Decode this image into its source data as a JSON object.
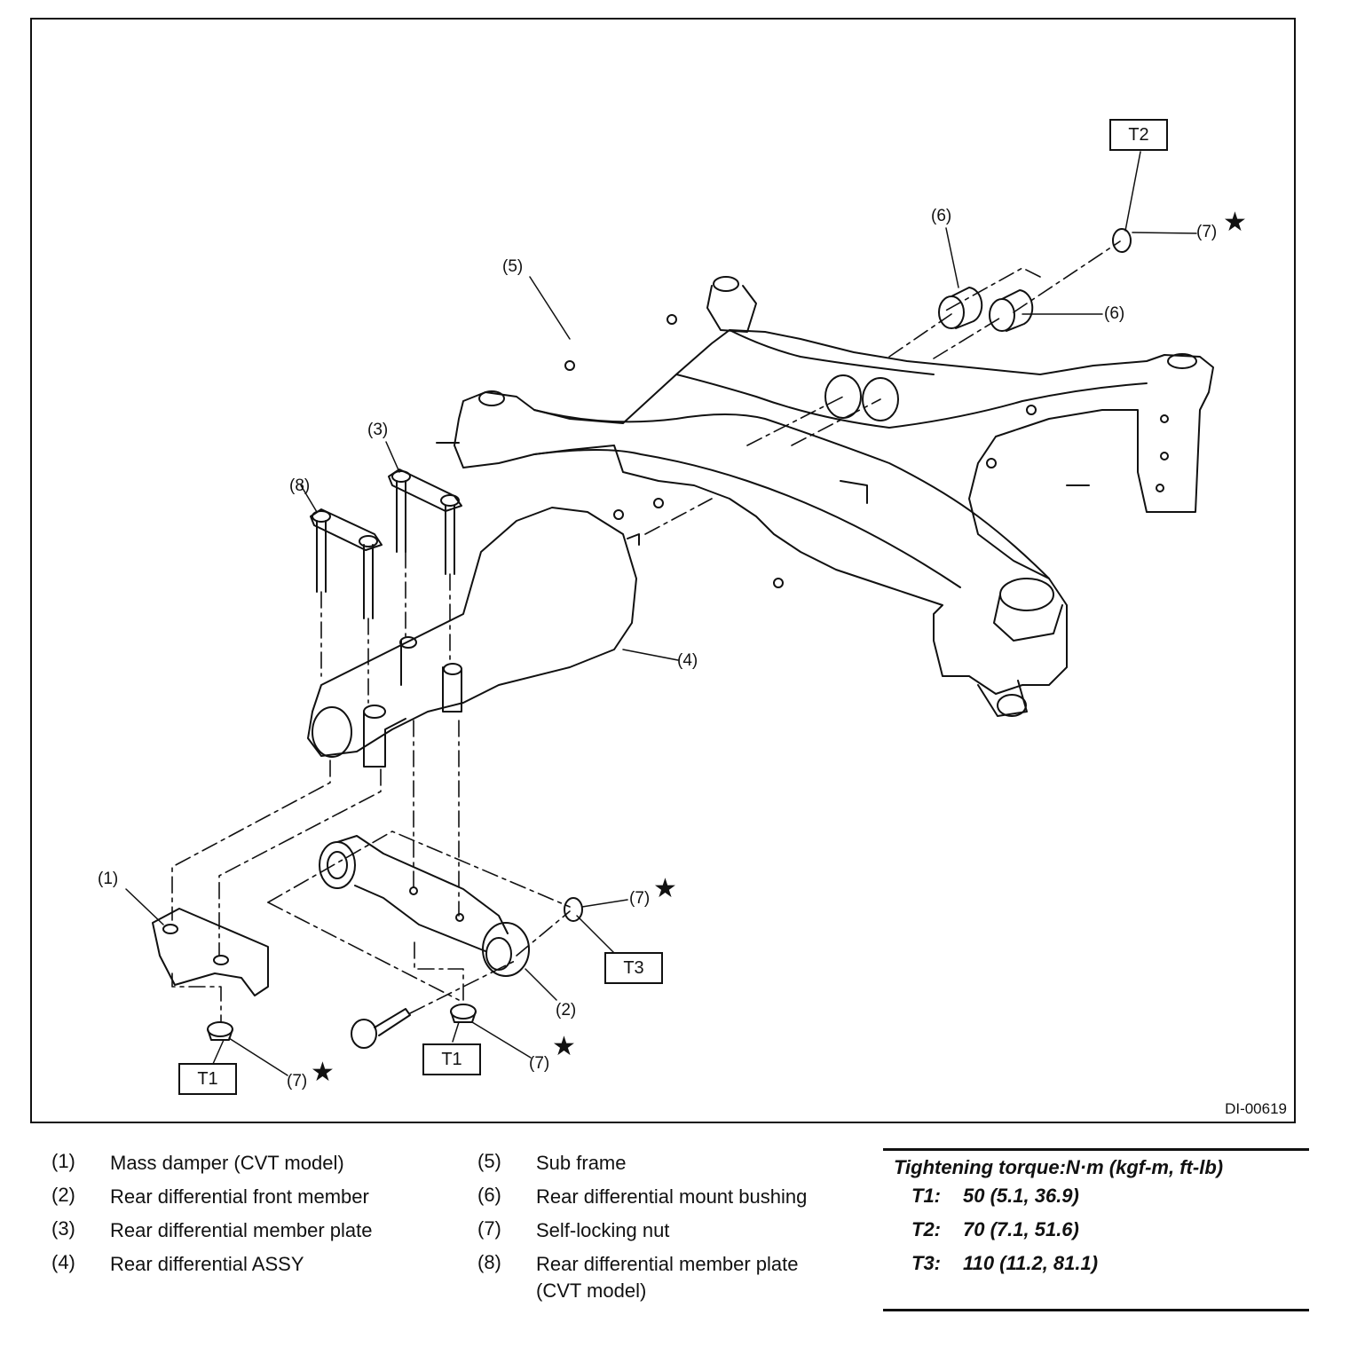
{
  "figure": {
    "id": "DI-00619",
    "torque_labels": {
      "t1": "T1",
      "t2": "T2",
      "t3": "T3"
    },
    "callouts": {
      "c1": "(1)",
      "c2": "(2)",
      "c3": "(3)",
      "c4": "(4)",
      "c5": "(5)",
      "c6a": "(6)",
      "c6b": "(6)",
      "c7": "(7)",
      "c8": "(8)"
    },
    "star_symbol": "★"
  },
  "legend": {
    "items": [
      {
        "num": "(1)",
        "text": "Mass damper (CVT model)"
      },
      {
        "num": "(2)",
        "text": "Rear differential front member"
      },
      {
        "num": "(3)",
        "text": "Rear differential member plate"
      },
      {
        "num": "(4)",
        "text": "Rear differential ASSY"
      },
      {
        "num": "(5)",
        "text": "Sub frame"
      },
      {
        "num": "(6)",
        "text": "Rear differential mount bushing"
      },
      {
        "num": "(7)",
        "text": "Self-locking nut"
      },
      {
        "num": "(8)",
        "text": "Rear differential member plate",
        "text2": "(CVT model)"
      }
    ]
  },
  "torque": {
    "title": "Tightening torque:N·m (kgf-m, ft-lb)",
    "rows": [
      {
        "key": "T1:",
        "value": "50 (5.1, 36.9)"
      },
      {
        "key": "T2:",
        "value": "70 (7.1, 51.6)"
      },
      {
        "key": "T3:",
        "value": "110 (11.2, 81.1)"
      }
    ]
  }
}
